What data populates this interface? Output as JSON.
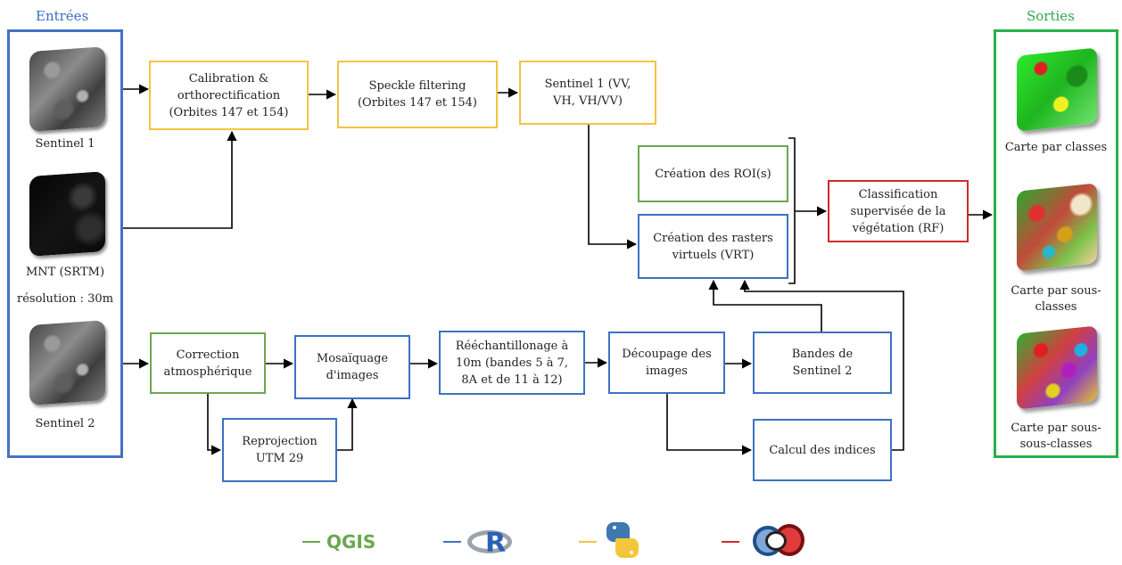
{
  "inputs": {
    "title": "Entrées",
    "items": [
      {
        "label": "Sentinel 1"
      },
      {
        "label": "MNT (SRTM)",
        "sublabel": "résolution : 30m"
      },
      {
        "label": "Sentinel 2"
      }
    ]
  },
  "outputs": {
    "title": "Sorties",
    "items": [
      {
        "label": "Carte par classes"
      },
      {
        "label_line1": "Carte par sous-",
        "label_line2": "classes"
      },
      {
        "label_line1": "Carte par sous-",
        "label_line2": "sous-classes"
      }
    ]
  },
  "boxes": {
    "calibration": {
      "line1": "Calibration &",
      "line2": "orthorectification",
      "line3": "(Orbites 147 et 154)",
      "color": "#f5c242"
    },
    "speckle": {
      "line1": "Speckle filtering",
      "line2": "(Orbites 147 et 154)",
      "color": "#f5c242"
    },
    "s1_bands": {
      "line1": "Sentinel 1 (VV,",
      "line2": "VH, VH/VV)",
      "color": "#f5c242"
    },
    "roi": {
      "line1": "Création des ROI(s)",
      "color": "#6aa84f"
    },
    "vrt": {
      "line1": "Création des rasters",
      "line2": "virtuels (VRT)",
      "color": "#3d72c0"
    },
    "classif": {
      "line1": "Classification",
      "line2": "supervisée de la",
      "line3": "végétation (RF)",
      "color": "#d12b2b"
    },
    "correction": {
      "line1": "Correction",
      "line2": "atmosphérique",
      "color": "#6aa84f"
    },
    "mosaic": {
      "line1": "Mosaïquage",
      "line2": "d'images",
      "color": "#3d72c0"
    },
    "reproj": {
      "line1": "Reprojection",
      "line2": "UTM 29",
      "color": "#3d72c0"
    },
    "resample": {
      "line1": "Rééchantillonage à",
      "line2": "10m (bandes 5 à 7,",
      "line3": "8A et de 11 à 12)",
      "color": "#3d72c0"
    },
    "decoupage": {
      "line1": "Découpage des",
      "line2": "images",
      "color": "#3d72c0"
    },
    "bandes": {
      "line1": "Bandes de",
      "line2": "Sentinel 2",
      "color": "#3d72c0"
    },
    "indices": {
      "line1": "Calcul des indices",
      "color": "#3d72c0"
    }
  },
  "legend": {
    "qgis": {
      "text": "QGIS",
      "color": "#6aa84f"
    },
    "r": {
      "text": "R",
      "color": "#3d72c0"
    },
    "python": {
      "icon": "python-logo-icon",
      "color": "#f5c242"
    },
    "otb": {
      "icon": "otb-logo-icon",
      "color": "#d12b2b"
    }
  }
}
